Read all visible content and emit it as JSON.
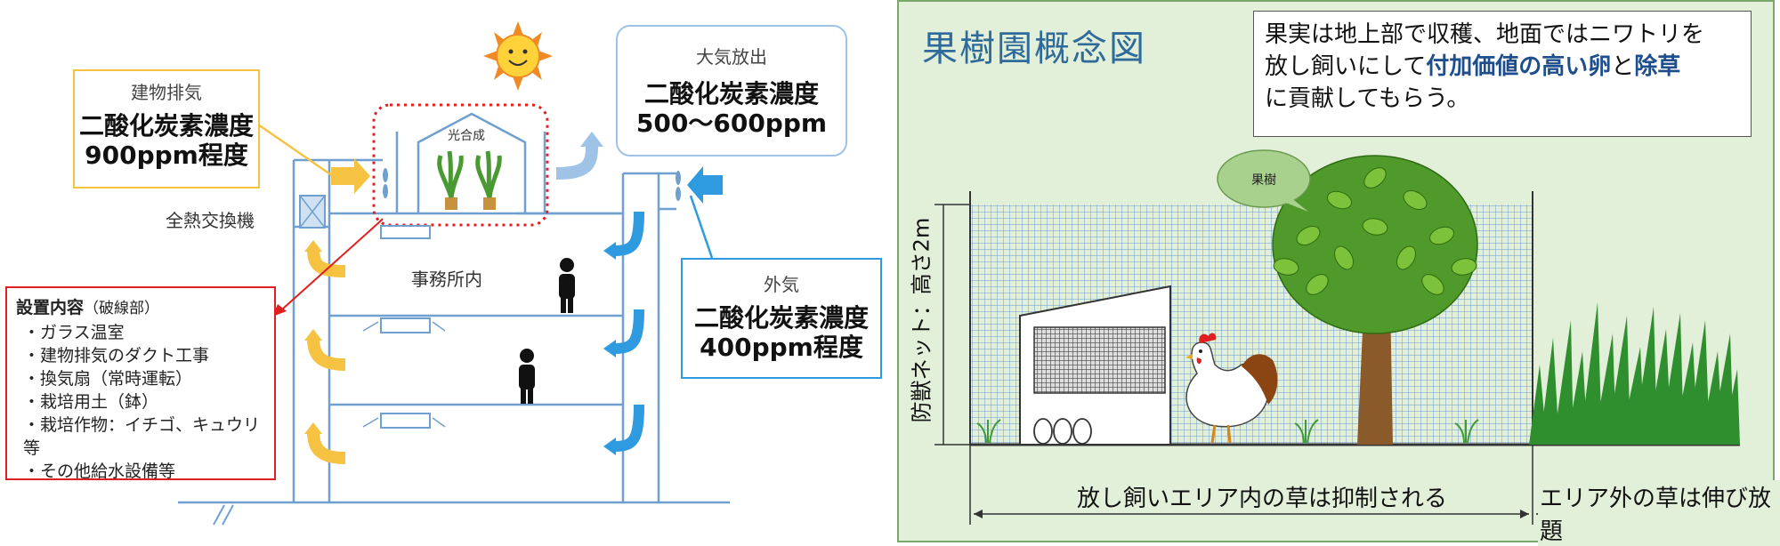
{
  "left": {
    "exhaust": {
      "title": "建物排気",
      "line1": "二酸化炭素濃度",
      "line2": "900ppm程度"
    },
    "release": {
      "title": "大気放出",
      "line1": "二酸化炭素濃度",
      "line2": "500〜600ppm"
    },
    "outside": {
      "title": "外気",
      "line1": "二酸化炭素濃度",
      "line2": "400ppm程度"
    },
    "greenhouse_label": "光合成",
    "heat_exchanger": "全熱交換機",
    "office": "事務所内",
    "install": {
      "title": "設置内容",
      "title_note": "（破線部）",
      "items": [
        "・ガラス温室",
        "・建物排気のダクト工事",
        "・換気扇（常時運転）",
        "・栽培用土（鉢）",
        "・栽培作物：イチゴ、キュウリ等",
        "・その他給水設備等"
      ]
    }
  },
  "right": {
    "title": "果樹園概念図",
    "note_line1": "果実は地上部で収穫、地面ではニワトリを",
    "note_line2_a": "放し飼いにして",
    "note_line2_b": "付加価値の高い卵",
    "note_line2_c": "と",
    "note_line2_d": "除草",
    "note_line3": "に貢献してもらう。",
    "fruit_tree": "果樹",
    "net_label": "防獣ネット：高さ2m",
    "inside_grass": "放し飼いエリア内の草は抑制される",
    "outside_grass": "エリア外の草は伸び放題"
  },
  "colors": {
    "yellow": "#f5c242",
    "blue": "#2e9be0",
    "lightblue": "#9ec3e6",
    "red": "#e02020",
    "title_blue": "#2e6a9a",
    "bold_blue": "#1f4e8c"
  }
}
